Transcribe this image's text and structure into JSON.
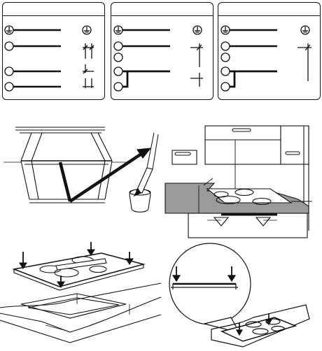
{
  "figure": {
    "kind": "installation-instructions",
    "panels": [
      {
        "id": "wiring-a",
        "terminals": 4
      },
      {
        "id": "wiring-b",
        "terminals": 4
      },
      {
        "id": "wiring-c",
        "terminals": 4
      }
    ],
    "icons": {
      "earth": "earth-ground-icon",
      "terminal": "terminal-circle-icon",
      "down-arrow": "down-arrow-icon"
    },
    "colors": {
      "line": "#111111",
      "countertop": "#9a9a9a",
      "cabinet": "#ffffff"
    }
  }
}
